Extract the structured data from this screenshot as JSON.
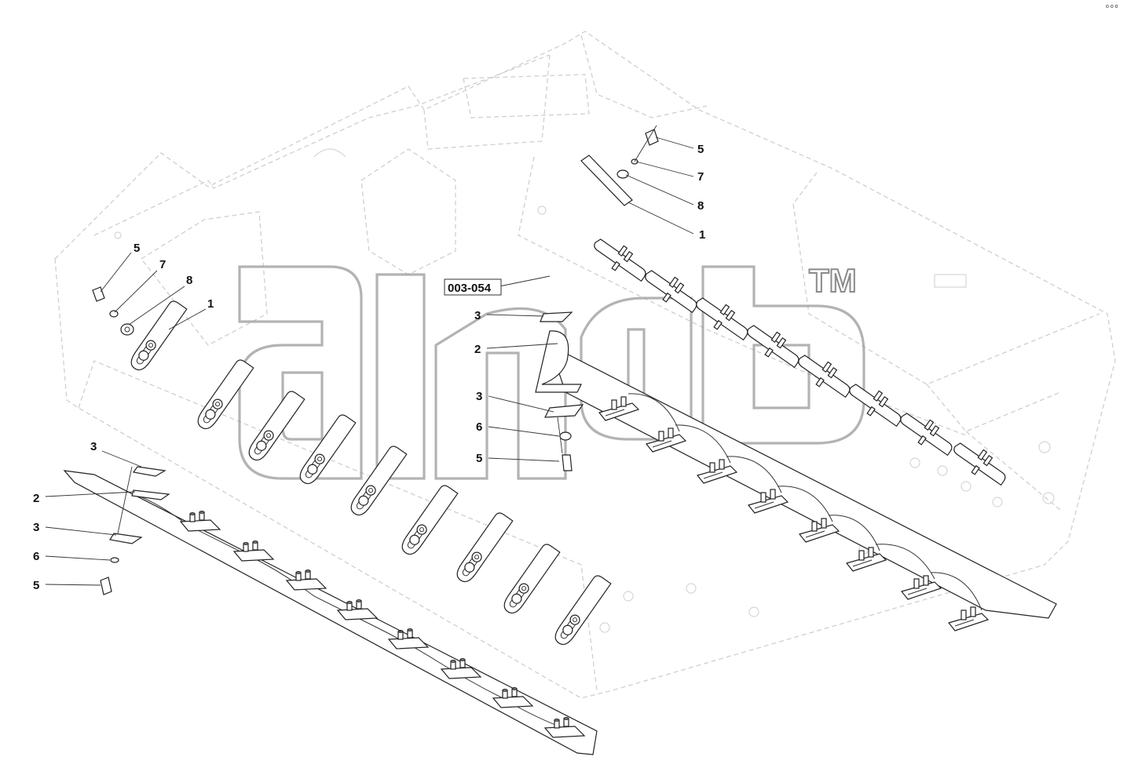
{
  "drawing": {
    "reference_label": "003-054",
    "watermark": "TM",
    "corner_mark": "o o o"
  },
  "callouts_left": [
    {
      "id": "5",
      "label": "5"
    },
    {
      "id": "7",
      "label": "7"
    },
    {
      "id": "8",
      "label": "8"
    },
    {
      "id": "1",
      "label": "1"
    },
    {
      "id": "3a",
      "label": "3"
    },
    {
      "id": "2",
      "label": "2"
    },
    {
      "id": "3b",
      "label": "3"
    },
    {
      "id": "6",
      "label": "6"
    },
    {
      "id": "5b",
      "label": "5"
    }
  ],
  "callouts_center": [
    {
      "id": "3a",
      "label": "3"
    },
    {
      "id": "2",
      "label": "2"
    },
    {
      "id": "3b",
      "label": "3"
    },
    {
      "id": "6",
      "label": "6"
    },
    {
      "id": "5",
      "label": "5"
    }
  ],
  "callouts_right": [
    {
      "id": "5",
      "label": "5"
    },
    {
      "id": "7",
      "label": "7"
    },
    {
      "id": "8",
      "label": "8"
    },
    {
      "id": "1",
      "label": "1"
    }
  ],
  "colors": {
    "line": "#222222",
    "ghost": "#cfcfcf",
    "watermark": "#9a9a9a"
  }
}
